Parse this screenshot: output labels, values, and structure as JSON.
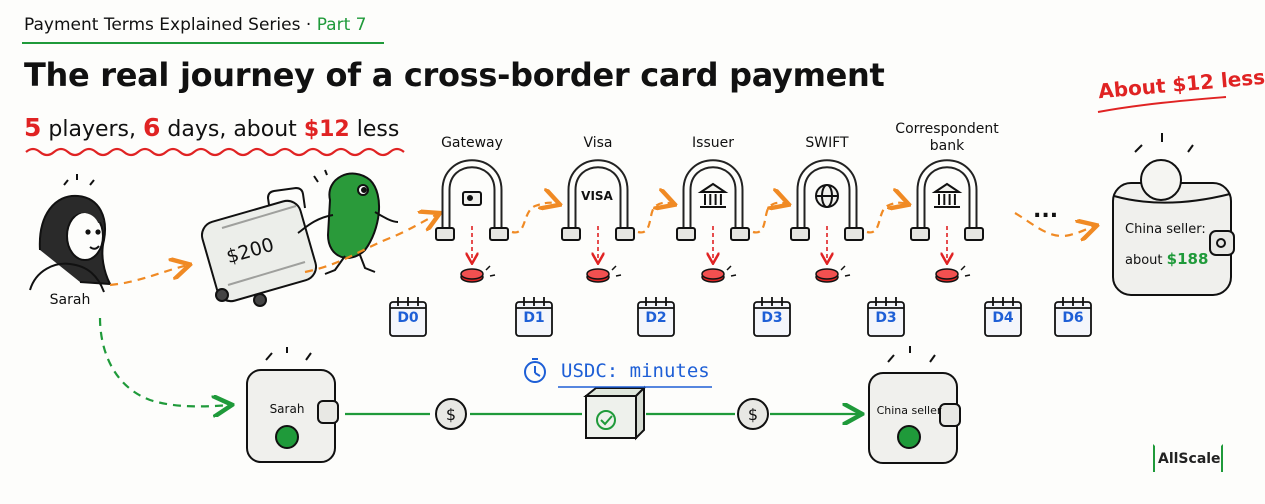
{
  "header": {
    "series": "Payment Terms Explained Series",
    "separator": " · ",
    "part": "Part 7",
    "title": "The real journey of a cross-border card payment",
    "subtitle": {
      "n1": "5",
      "t1": " players, ",
      "n2": "6",
      "t2": " days, about ",
      "money": "$12",
      "t3": " less"
    }
  },
  "sender": {
    "name": "Sarah"
  },
  "luggage": {
    "amount": "$200"
  },
  "players": [
    {
      "name": "Gateway",
      "icon": "box-icon"
    },
    {
      "name": "Visa",
      "icon": "visa-icon",
      "mark": "VISA"
    },
    {
      "name": "Issuer",
      "icon": "bank-icon"
    },
    {
      "name": "SWIFT",
      "icon": "globe-icon"
    },
    {
      "name": "Correspondent bank",
      "line1": "Correspondent",
      "line2": "bank",
      "icon": "bank-icon"
    }
  ],
  "ellipsis": "...",
  "days": [
    "D0",
    "D1",
    "D2",
    "D3",
    "D3",
    "D4",
    "D6"
  ],
  "receiver": {
    "callout": "About $12 less",
    "label": "China seller:",
    "amount_prefix": "about ",
    "amount": "$188"
  },
  "usdc_path": {
    "label": "USDC: minutes",
    "from": "Sarah",
    "to": "China seller"
  },
  "brand": "AllScale",
  "colors": {
    "red": "#e02323",
    "green": "#1f9a3a",
    "orange": "#f08a24",
    "blue": "#1e5fd6",
    "ink": "#111111"
  }
}
